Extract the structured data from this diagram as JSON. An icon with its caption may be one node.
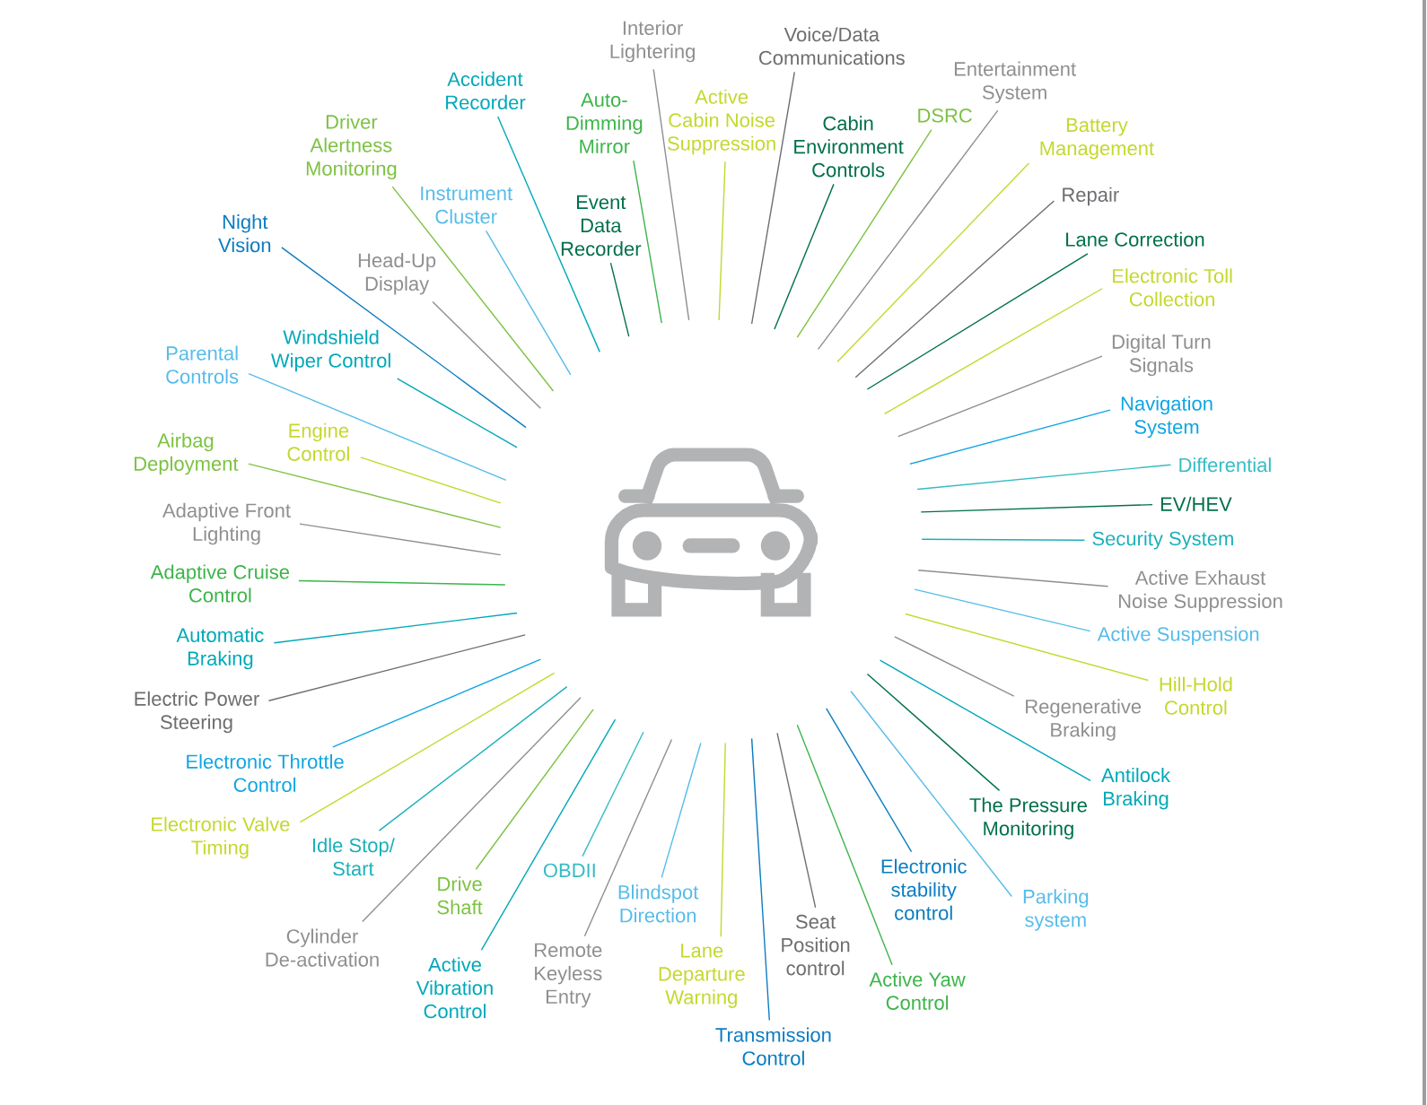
{
  "diagram": {
    "nodes": [
      {
        "text": [
          "Interior Lightering"
        ]
      },
      {
        "text": [
          "Voice/Data Communications"
        ]
      },
      {
        "text": [
          "Active Cabin Noise Suppression"
        ]
      },
      {
        "text": [
          "Cabin Environment Controls"
        ]
      },
      {
        "text": [
          "DSRC"
        ]
      },
      {
        "text": [
          "Entertainment System"
        ]
      },
      {
        "text": [
          "Battery Management"
        ]
      },
      {
        "text": [
          "Repair"
        ]
      },
      {
        "text": [
          "Lane Correction"
        ]
      },
      {
        "text": [
          "Electronic Toll Collection"
        ]
      },
      {
        "text": [
          "Digital Turn Signals"
        ]
      },
      {
        "text": [
          "Navigation System"
        ]
      },
      {
        "text": [
          "Differential"
        ]
      },
      {
        "text": [
          "EV/HEV"
        ]
      },
      {
        "text": [
          "Security System"
        ]
      },
      {
        "text": [
          "Active Exhaust Noise Suppression"
        ]
      },
      {
        "text": [
          "Active Suspension"
        ]
      },
      {
        "text": [
          "Hill-Hold Control"
        ]
      },
      {
        "text": [
          "Regenerative Braking"
        ]
      },
      {
        "text": [
          "Antilock Braking"
        ]
      },
      {
        "text": [
          "The Pressure Monitoring"
        ]
      },
      {
        "text": [
          "Parking system"
        ]
      },
      {
        "text": [
          "Electronic stability control"
        ]
      },
      {
        "text": [
          "Active Yaw Control"
        ]
      },
      {
        "text": [
          "Seat Position control"
        ]
      },
      {
        "text": [
          "Transmission Control"
        ]
      },
      {
        "text": [
          "Lane Departure Warning"
        ]
      },
      {
        "text": [
          "Blindspot Direction"
        ]
      },
      {
        "text": [
          "Remote Keyless Entry"
        ]
      },
      {
        "text": [
          "OBDII"
        ]
      },
      {
        "text": [
          "Active Vibration Control"
        ]
      },
      {
        "text": [
          "Drive Shaft"
        ]
      },
      {
        "text": [
          "Cylinder De-activation"
        ]
      },
      {
        "text": [
          "Idle Stop/ Start"
        ]
      },
      {
        "text": [
          "Electronic Valve Timing"
        ]
      },
      {
        "text": [
          "Electronic Throttle Control"
        ]
      },
      {
        "text": [
          "Electric Power Steering"
        ]
      },
      {
        "text": [
          "Automatic Braking"
        ]
      },
      {
        "text": [
          "Adaptive Cruise Control"
        ]
      },
      {
        "text": [
          "Adaptive Front Lighting"
        ]
      },
      {
        "text": [
          "Airbag Deployment"
        ]
      },
      {
        "text": [
          "Engine Control"
        ]
      },
      {
        "text": [
          "Parental Controls"
        ]
      },
      {
        "text": [
          "Windshield Wiper Control"
        ]
      },
      {
        "text": [
          "Night Vision"
        ]
      },
      {
        "text": [
          "Head-Up Display"
        ]
      },
      {
        "text": [
          "Driver Alertness Monitoring"
        ]
      },
      {
        "text": [
          "Instrument Cluster"
        ]
      },
      {
        "text": [
          "Accident Recorder"
        ]
      },
      {
        "text": [
          "Event Data Recorder"
        ]
      },
      {
        "text": [
          "Auto- Dimming Mirror"
        ]
      }
    ],
    "edges": [
      {
        "from": 0,
        "to": null,
        "arrow": "none"
      },
      {
        "from": 1,
        "to": null,
        "arrow": "none",
        "color": "#6d6e71"
      },
      {
        "from": 2,
        "to": null,
        "arrow": "none",
        "color": "#c4d82d"
      },
      {
        "from": 3,
        "to": null,
        "arrow": "none",
        "color": "#00704a"
      },
      {
        "from": 4,
        "to": null,
        "arrow": "none",
        "color": "#7dc242"
      },
      {
        "from": 5,
        "to": null,
        "arrow": "none"
      },
      {
        "from": 6,
        "to": null,
        "arrow": "none",
        "color": "#c4d82d"
      },
      {
        "from": 7,
        "to": null,
        "arrow": "none",
        "color": "#6d6e71"
      },
      {
        "from": 8,
        "to": null,
        "arrow": "none",
        "color": "#00704a"
      },
      {
        "from": 9,
        "to": null,
        "arrow": "none",
        "color": "#c4d82d"
      },
      {
        "from": 10,
        "to": null,
        "arrow": "none"
      },
      {
        "from": 11,
        "to": null,
        "arrow": "none",
        "color": "#0ea5e2"
      },
      {
        "from": 12,
        "to": null,
        "arrow": "none",
        "color": "#35bcc3"
      },
      {
        "from": 13,
        "to": null,
        "arrow": "none",
        "color": "#00704a"
      },
      {
        "from": 14,
        "to": null,
        "arrow": "none",
        "color": "#1bb0b9"
      },
      {
        "from": 15,
        "to": null,
        "arrow": "none"
      },
      {
        "from": 16,
        "to": null,
        "arrow": "none",
        "color": "#56bce9"
      },
      {
        "from": 17,
        "to": null,
        "arrow": "none",
        "color": "#c4d82d"
      },
      {
        "from": 18,
        "to": null,
        "arrow": "none"
      },
      {
        "from": 19,
        "to": null,
        "arrow": "none",
        "color": "#00a8b8"
      },
      {
        "from": 20,
        "to": null,
        "arrow": "none",
        "color": "#00704a"
      },
      {
        "from": 21,
        "to": null,
        "arrow": "none",
        "color": "#56bce9"
      },
      {
        "from": 22,
        "to": null,
        "arrow": "none",
        "color": "#0b7cc1"
      },
      {
        "from": 23,
        "to": null,
        "arrow": "none",
        "color": "#3cb54a"
      },
      {
        "from": 24,
        "to": null,
        "arrow": "none",
        "color": "#6d6e71"
      },
      {
        "from": 25,
        "to": null,
        "arrow": "none",
        "color": "#0b7cc1"
      },
      {
        "from": 26,
        "to": null,
        "arrow": "none",
        "color": "#c4d82d"
      },
      {
        "from": 27,
        "to": null,
        "arrow": "none",
        "color": "#56bce9"
      },
      {
        "from": 28,
        "to": null,
        "arrow": "none"
      },
      {
        "from": 29,
        "to": null,
        "arrow": "none",
        "color": "#35bcc3"
      },
      {
        "from": 30,
        "to": null,
        "arrow": "none",
        "color": "#00a8b8"
      },
      {
        "from": 31,
        "to": null,
        "arrow": "none",
        "color": "#7dc242"
      },
      {
        "from": 32,
        "to": null,
        "arrow": "none"
      },
      {
        "from": 33,
        "to": null,
        "arrow": "none",
        "color": "#1bb0b9"
      },
      {
        "from": 34,
        "to": null,
        "arrow": "none",
        "color": "#c4d82d"
      },
      {
        "from": 35,
        "to": null,
        "arrow": "none",
        "color": "#0ea5e2"
      },
      {
        "from": 36,
        "to": null,
        "arrow": "none",
        "color": "#6d6e71"
      },
      {
        "from": 37,
        "to": null,
        "arrow": "none",
        "color": "#00a8b8"
      },
      {
        "from": 38,
        "to": null,
        "arrow": "none",
        "color": "#3cb54a"
      },
      {
        "from": 39,
        "to": null,
        "arrow": "none"
      },
      {
        "from": 40,
        "to": null,
        "arrow": "none",
        "color": "#7dc242"
      },
      {
        "from": 41,
        "to": null,
        "arrow": "none",
        "color": "#c4d82d"
      },
      {
        "from": 42,
        "to": null,
        "arrow": "none",
        "color": "#56bce9"
      },
      {
        "from": 43,
        "to": null,
        "arrow": "none",
        "color": "#00a8b8"
      },
      {
        "from": 44,
        "to": null,
        "arrow": "none",
        "color": "#0b7cc1"
      },
      {
        "from": 45,
        "to": null,
        "arrow": "none"
      },
      {
        "from": 46,
        "to": null,
        "arrow": "none",
        "color": "#7dc242"
      },
      {
        "from": 47,
        "to": null,
        "arrow": "none",
        "color": "#56bce9"
      },
      {
        "from": 48,
        "to": null,
        "arrow": "none",
        "color": "#00a8b8"
      },
      {
        "from": 49,
        "to": null,
        "arrow": "none",
        "color": "#00704a"
      },
      {
        "from": 50,
        "to": null,
        "arrow": "none",
        "color": "#3cb54a"
      }
    ]
  }
}
